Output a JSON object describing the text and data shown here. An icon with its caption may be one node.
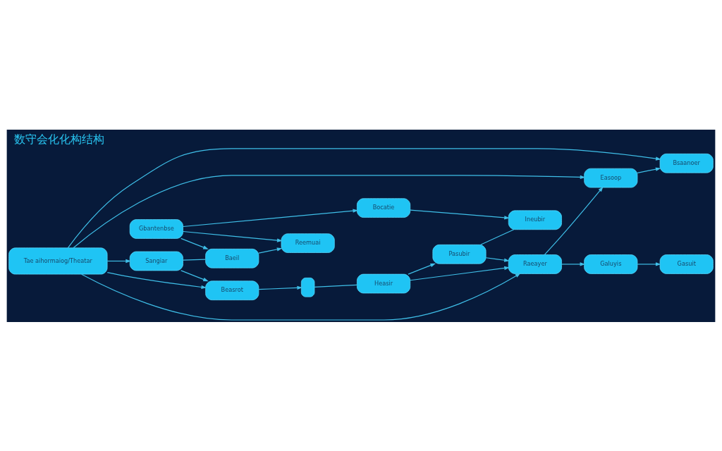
{
  "diagram": {
    "title": "数守会化化构结构",
    "nodes": [
      {
        "text": [
          "Tae aihormaiog/Theatar"
        ]
      },
      {
        "text": [
          "Sangiar"
        ]
      },
      {
        "text": [
          "Baeil"
        ]
      },
      {
        "text": [
          "Reemuai"
        ]
      },
      {
        "text": [
          "Gbantenbse"
        ]
      },
      {
        "text": [
          "Beasrot"
        ]
      },
      {
        "text": [],
        "shape": "box"
      },
      {
        "text": [
          "Heasir"
        ]
      },
      {
        "text": [
          "Bocatie"
        ]
      },
      {
        "text": [
          "Pasubir"
        ]
      },
      {
        "text": [
          "Ineubir"
        ]
      },
      {
        "text": [
          "Raeayer"
        ]
      },
      {
        "text": [
          "Galuyis"
        ]
      },
      {
        "text": [
          "Easoop"
        ]
      },
      {
        "text": [
          "Bsaanoer"
        ]
      },
      {
        "text": [
          "Gasuit"
        ]
      }
    ],
    "edges": [
      {
        "from": 0,
        "to": 1,
        "arrow": "to"
      },
      {
        "from": 0,
        "to": 5,
        "arrow": "to"
      },
      {
        "from": 1,
        "to": 2,
        "arrow": "none"
      },
      {
        "from": 2,
        "to": 3,
        "arrow": "to"
      },
      {
        "from": 1,
        "to": 5,
        "arrow": "to"
      },
      {
        "from": 4,
        "to": 2,
        "arrow": "to"
      },
      {
        "from": 4,
        "to": 3,
        "arrow": "to"
      },
      {
        "from": 5,
        "to": 6,
        "arrow": "to"
      },
      {
        "from": 6,
        "to": 7,
        "arrow": "none"
      },
      {
        "from": 4,
        "to": 8,
        "arrow": "to"
      },
      {
        "from": 7,
        "to": 9,
        "arrow": "to"
      },
      {
        "from": 8,
        "to": 10,
        "arrow": "to"
      },
      {
        "from": 9,
        "to": 10,
        "arrow": "none"
      },
      {
        "from": 0,
        "to": 11,
        "arrow": "to"
      },
      {
        "from": 0,
        "to": 13,
        "arrow": "to"
      },
      {
        "from": 0,
        "to": 14,
        "arrow": "to"
      },
      {
        "from": 7,
        "to": 11,
        "arrow": "to"
      },
      {
        "from": 9,
        "to": 11,
        "arrow": "to"
      },
      {
        "from": 11,
        "to": 13,
        "arrow": "to"
      },
      {
        "from": 13,
        "to": 14,
        "arrow": "to"
      },
      {
        "from": 11,
        "to": 12,
        "arrow": "to"
      },
      {
        "from": 12,
        "to": 15,
        "arrow": "to"
      }
    ]
  }
}
